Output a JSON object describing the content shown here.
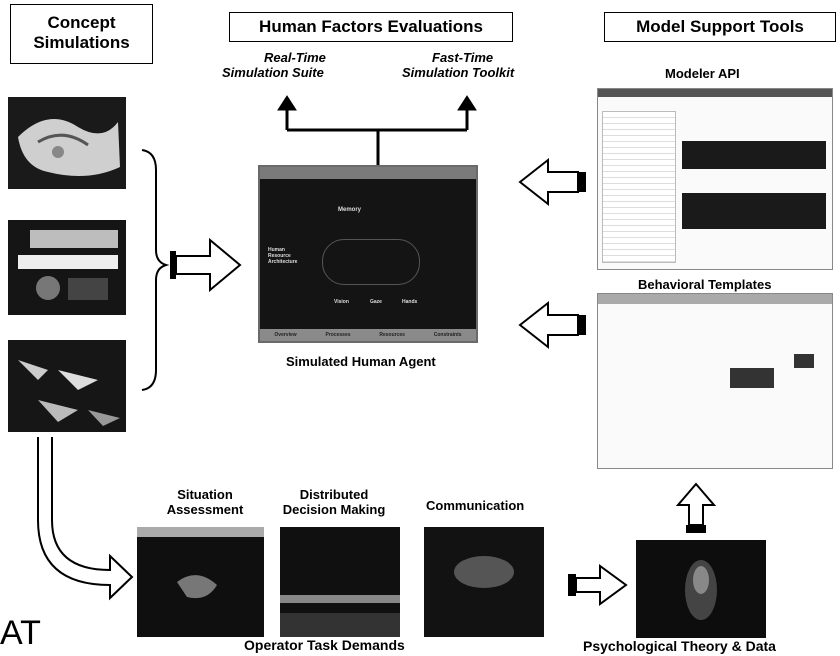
{
  "headers": {
    "concept_line1": "Concept",
    "concept_line2": "Simulations",
    "hfe": "Human Factors Evaluations",
    "mst": "Model Support Tools"
  },
  "evaluations": {
    "rt_line1": "Real-Time",
    "rt_line2": "Simulation Suite",
    "ft_line1": "Fast-Time",
    "ft_line2": "Simulation Toolkit"
  },
  "tools": {
    "modeler_api": "Modeler API",
    "behavioral_templates": "Behavioral Templates"
  },
  "agent": {
    "caption": "Simulated Human Agent",
    "memory": "Memory",
    "hra_line1": "Human",
    "hra_line2": "Resource",
    "hra_line3": "Architecture",
    "vision": "Vision",
    "gaze": "Gaze",
    "hands": "Hands",
    "bottom_tabs": [
      "Overview",
      "Processes",
      "Resources",
      "Constraints"
    ]
  },
  "tasks": {
    "sa_line1": "Situation",
    "sa_line2": "Assessment",
    "ddm_line1": "Distributed",
    "ddm_line2": "Decision Making",
    "comm": "Communication",
    "caption": "Operator Task Demands"
  },
  "theory": {
    "caption": "Psychological Theory & Data"
  },
  "corner_text": "AT",
  "colors": {
    "line": "#000000",
    "screen_dark": "#141414",
    "screen_frame": "#6a6a6a"
  }
}
